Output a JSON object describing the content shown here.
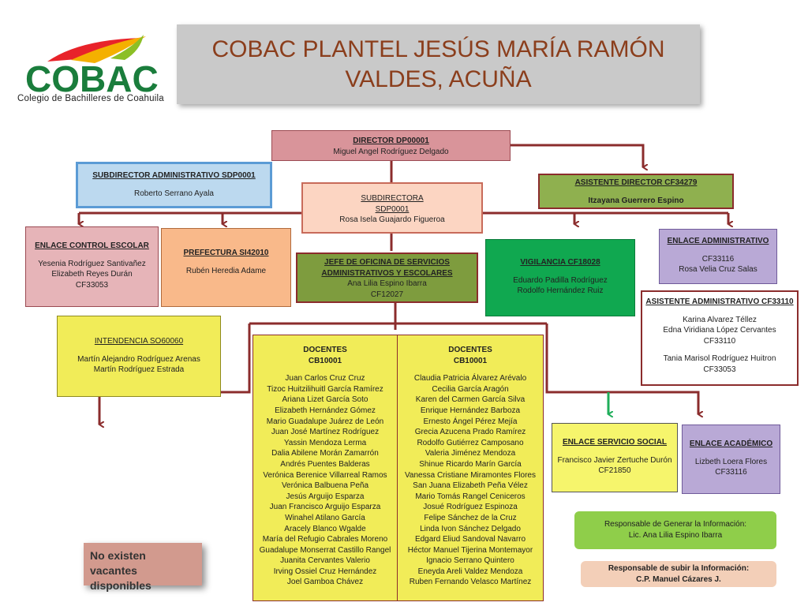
{
  "header": {
    "title_line1": "COBAC   PLANTEL JESÚS MARÍA RAMÓN",
    "title_line2": "VALDES,  ACUÑA",
    "logo_word": "COBAC",
    "logo_subtitle": "Colegio de Bachilleres de Coahuila"
  },
  "colors": {
    "director": "#d9949a",
    "subdirector_admin": "#bcd9ef",
    "subdirectora": "#fcd5c2",
    "asistente_director": "#8fb04f",
    "control_escolar": "#e6b4b8",
    "prefectura": "#f9b98a",
    "jefe_oficina": "#7e9c3e",
    "vigilancia": "#10a850",
    "enlace_admin": "#b9a9d6",
    "intendencia": "#f1ec58",
    "docentes": "#f1ec58",
    "asistente_admin": "#ffffff",
    "servicio_social": "#f6f56c",
    "academico": "#b9a9d6",
    "responsable": "#8fce4a",
    "subir": "#f3cfb8",
    "connector": "#8b2c2c",
    "title_text": "#8b3e1c"
  },
  "director": {
    "title": "DIRECTOR  DP00001",
    "name": "Miguel Angel Rodríguez Delgado"
  },
  "subdirector_admin": {
    "title": "SUBDIRECTOR ADMINISTRATIVO SDP0001",
    "name": "Roberto Serrano Ayala"
  },
  "subdirectora": {
    "title": "SUBDIRECTORA",
    "code": "SDP0001",
    "name": "Rosa Isela  Guajardo Figueroa"
  },
  "asistente_director": {
    "title": "ASISTENTE DIRECTOR   CF34279",
    "name": "Itzayana Guerrero Espino"
  },
  "control_escolar": {
    "title": "ENLACE    CONTROL ESCOLAR",
    "names": [
      "Yesenia Rodríguez Santivañez",
      "Elizabeth Reyes Durán"
    ],
    "code": "CF33053"
  },
  "prefectura": {
    "title": "PREFECTURA SI42010",
    "name": "Rubén Heredia Adame"
  },
  "jefe_oficina": {
    "title_line1": "JEFE DE OFICINA DE SERVICIOS",
    "title_line2": "ADMINISTRATIVOS Y ESCOLARES",
    "name": "Ana Lilia Espino Ibarra",
    "code": "CF12027"
  },
  "vigilancia": {
    "title": "VIGILANCIA   CF18028",
    "names": [
      "Eduardo Padilla Rodríguez",
      "Rodolfo Hernández Ruiz"
    ]
  },
  "enlace_admin": {
    "title": "ENLACE ADMINISTRATIVO",
    "code": "CF33116",
    "name": "Rosa Velia Cruz Salas"
  },
  "intendencia": {
    "title": "INTENDENCIA  SO60060",
    "names": [
      "Martín Alejandro Rodríguez Arenas",
      "Martín Rodríguez Estrada"
    ]
  },
  "asistente_admin": {
    "title": "ASISTENTE ADMINISTRATIVO CF33110",
    "names1": [
      "Karina Alvarez Téllez",
      "Edna Viridiana López Cervantes"
    ],
    "code1": "CF33110",
    "name2": "Tania Marisol Rodríguez Huitron",
    "code2": "CF33053"
  },
  "docentes_left": {
    "title": "DOCENTES",
    "code": "CB10001",
    "names": [
      "Juan Carlos Cruz Cruz",
      "Tizoc Huitzilihuitl García Ramírez",
      "Ariana Lizet García Soto",
      "Elizabeth Hernández Gómez",
      "Mario Guadalupe Juárez de León",
      "Juan José Martínez Rodríguez",
      "Yassin Mendoza Lerma",
      "Dalia Abilene Morán Zamarrón",
      "Andrés Puentes Balderas",
      "Verónica Berenice Villarreal Ramos",
      "Verónica Balbuena Peña",
      "Jesús Arguijo Esparza",
      "Juan Francisco Arguijo Esparza",
      "Winahel Atilano García",
      "Aracely Blanco Wgalde",
      "María del Refugio Cabrales Moreno",
      "Guadalupe Monserrat Castillo Rangel",
      "Juanita Cervantes Valerio",
      "Irving Ossiel Cruz Hernández",
      "Joel Gamboa Chávez"
    ]
  },
  "docentes_right": {
    "title": "DOCENTES",
    "code": "CB10001",
    "names": [
      "Claudia Patricia Álvarez Arévalo",
      "Cecilia  García Aragón",
      "Karen del Carmen García Silva",
      "Enrique Hernández Barboza",
      "Ernesto Ángel  Pérez Mejía",
      "Grecia Azucena Prado Ramírez",
      "Rodolfo Gutiérrez Camposano",
      "Valeria  Jiménez Mendoza",
      "Shinue Ricardo Marín García",
      "Vanessa Cristiane Miramontes Flores",
      "San Juana Elizabeth Peña Vélez",
      "Mario Tomás Rangel Ceniceros",
      "Josué Rodríguez Espinoza",
      "Felipe Sánchez de la Cruz",
      "Linda Ivon Sánchez Delgado",
      "Edgard Eliud Sandoval Navarro",
      "Héctor Manuel Tijerina Montemayor",
      "Ignacio Serrano Quintero",
      "Eneyda Areli Valdez Mendoza",
      "Ruben Fernando Velasco Martínez"
    ]
  },
  "servicio_social": {
    "title": "ENLACE  SERVICIO SOCIAL",
    "name": "Francisco Javier Zertuche Durón",
    "code": "CF21850"
  },
  "academico": {
    "title": "ENLACE ACADÉMICO",
    "name": "Lizbeth Loera Flores",
    "code": "CF33116"
  },
  "responsable": {
    "line1": "Responsable de Generar la Información:",
    "line2": "Lic. Ana Lilia Espino Ibarra"
  },
  "subir": {
    "line1": "Responsable de subir la Información:",
    "line2": "C.P. Manuel Cázares J."
  },
  "vacantes": {
    "text": "No existen vacantes disponibles"
  }
}
